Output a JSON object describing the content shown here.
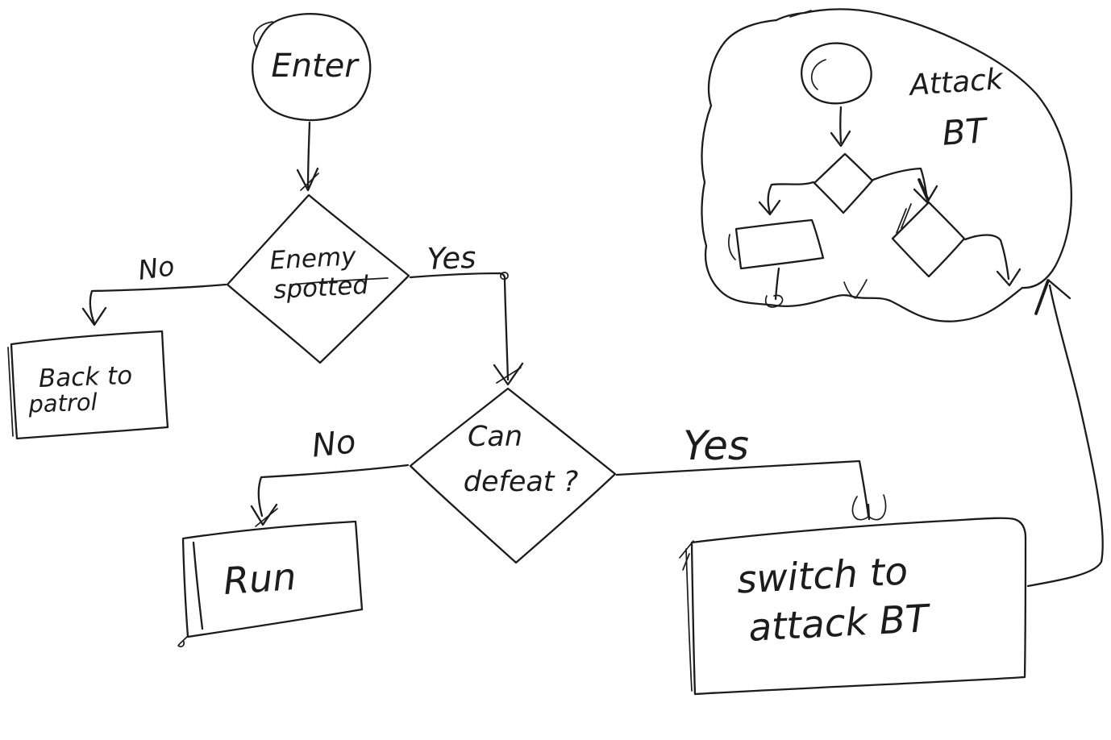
{
  "canvas": {
    "ink_color": "#1c1c1c",
    "background_color": "#ffffff"
  },
  "flowchart": {
    "enter": {
      "label": "Enter"
    },
    "enemy_spotted": {
      "line1": "Enemy",
      "line2": "spotted"
    },
    "back_to_patrol": {
      "line1": "Back to",
      "line2": "patrol"
    },
    "can_defeat": {
      "line1": "Can",
      "line2": "defeat ?"
    },
    "run": {
      "label": "Run"
    },
    "switch_to_attack_bt": {
      "line1": "switch to",
      "line2": "attack BT"
    },
    "edges": {
      "enemy_spotted_no": "No",
      "enemy_spotted_yes": "Yes",
      "can_defeat_no": "No",
      "can_defeat_yes": "Yes"
    }
  },
  "cloud": {
    "label_line1": "Attack",
    "label_line2": "BT"
  }
}
